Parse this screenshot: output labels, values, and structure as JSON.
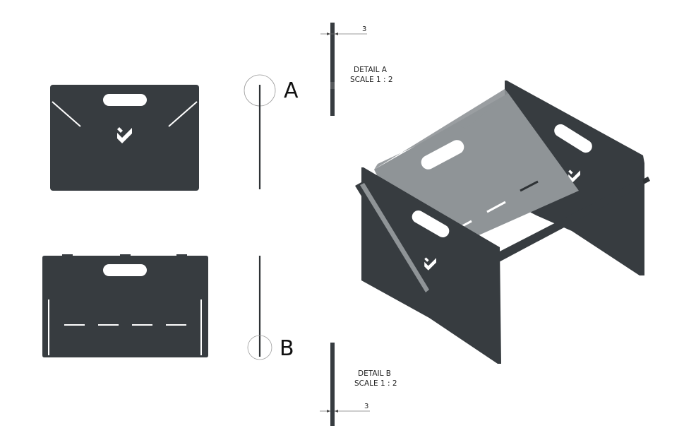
{
  "views": {
    "detail_a": {
      "marker": "A",
      "title": "DETAIL A",
      "scale": "SCALE 1 : 2",
      "dimension": "3"
    },
    "detail_b": {
      "marker": "B",
      "title": "DETAIL B",
      "scale": "SCALE 1 : 2",
      "dimension": "3"
    }
  },
  "colors": {
    "steel": "#373c40",
    "steel_inner": "#8f9497",
    "background": "#ffffff"
  },
  "icons": {
    "logo": "chevron-check-logo-icon"
  }
}
